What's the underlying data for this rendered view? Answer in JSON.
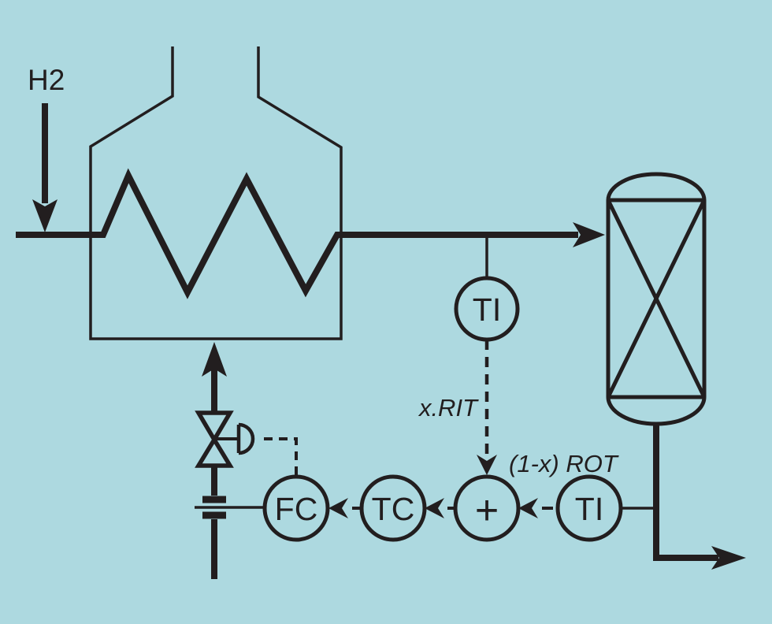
{
  "colors": {
    "background": "#ADD9E0",
    "line": "#221E1F"
  },
  "labels": {
    "feed_stream": "H2",
    "signal_x_rit": "x.RIT",
    "signal_rot": "(1-x) ROT"
  },
  "instruments": {
    "ti_product": {
      "label": "TI"
    },
    "ti_outlet": {
      "label": "TI"
    },
    "summer": {
      "label": "+"
    },
    "temperature_controller": {
      "label": "TC"
    },
    "flow_controller": {
      "label": "FC"
    }
  }
}
